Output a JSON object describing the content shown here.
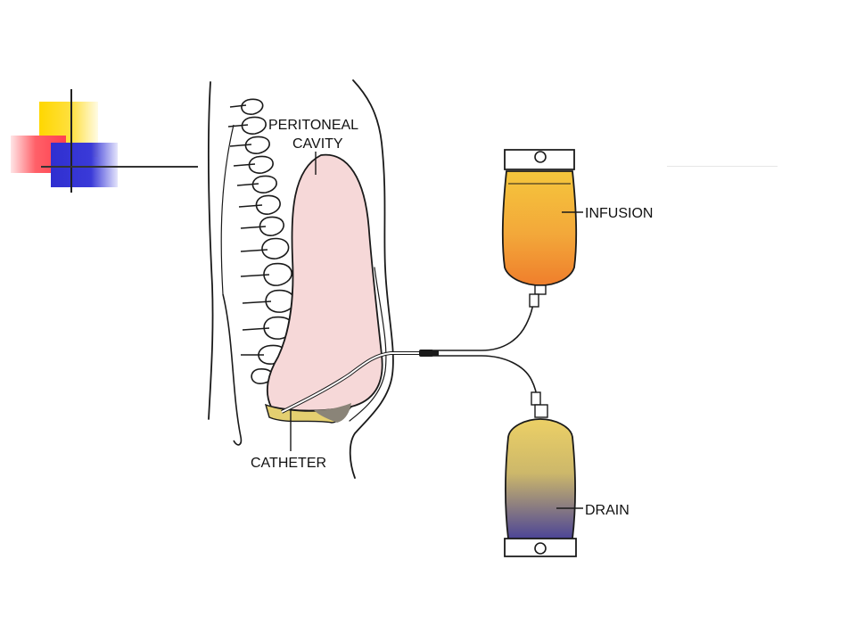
{
  "labels": {
    "peritoneal": "PERITONEAL",
    "cavity": "CAVITY",
    "infusion": "INFUSION",
    "drain": "DRAIN",
    "catheter": "CATHETER"
  },
  "colors": {
    "corner_yellow": "#ffd700",
    "corner_red": "#ff5060",
    "corner_blue": "#3232d2",
    "cavity_fill": "#f6d8d8",
    "infusion_fluid_top": "#f2c23a",
    "infusion_fluid_bottom": "#f08a30",
    "drain_fluid_top": "#e9c95c",
    "drain_fluid_bottom": "#5a4f9a"
  }
}
